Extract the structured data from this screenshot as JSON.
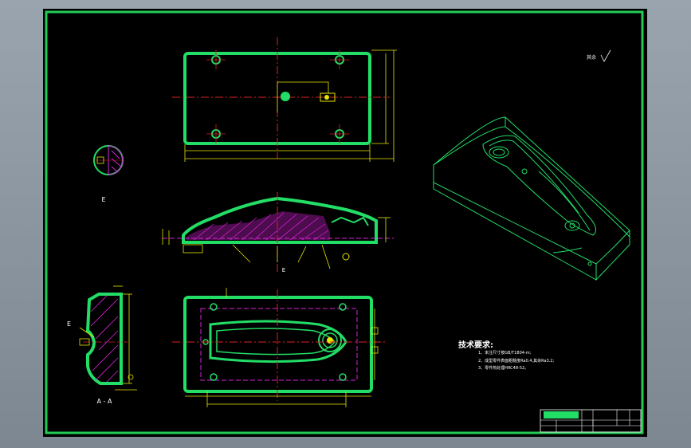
{
  "drawing": {
    "colors": {
      "background": "#000000",
      "frame": "#22cc55",
      "outline": "#22dd66",
      "dimension": "#e6e600",
      "centerline": "#dd2222",
      "hidden": "#dd22dd",
      "hatch": "#dd22dd",
      "text": "#ffffff"
    },
    "views": {
      "detail_label": "E",
      "section_label": "A - A",
      "section_marker": "E"
    },
    "surface_note": "其余",
    "technical_requirements": {
      "title": "技术要求:",
      "items": [
        "1、未注尺寸按GB/T1804-m;",
        "2、成型零件表面粗糙度Ra0.4,其余Ra3.2;",
        "3、零件热处理HRC48-52。"
      ]
    }
  }
}
